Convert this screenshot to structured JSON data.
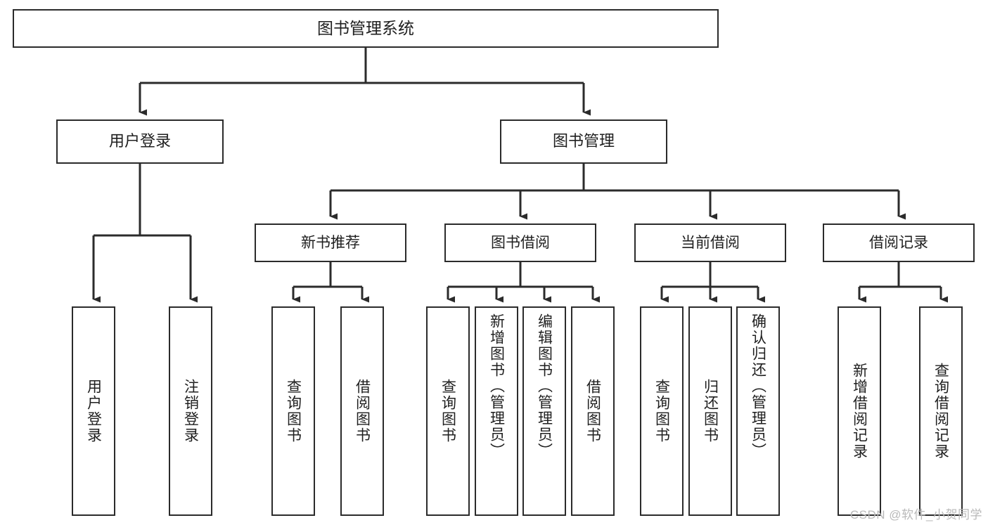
{
  "diagram": {
    "title": "图书管理系统",
    "type": "hierarchy-tree",
    "watermark": "CSDN @软件_小贺同学",
    "colors": {
      "background": "#ffffff",
      "node_border": "#2b2b2b",
      "node_fill": "#ffffff",
      "edge": "#2b2b2b",
      "text": "#1f1f1f",
      "watermark": "#b9b9b9"
    },
    "root": {
      "id": "root",
      "label": "图书管理系统"
    },
    "level1": [
      {
        "id": "user-login",
        "label": "用户登录"
      },
      {
        "id": "book-manage",
        "label": "图书管理"
      }
    ],
    "level2": [
      {
        "id": "new-book-rec",
        "label": "新书推荐",
        "parent": "book-manage"
      },
      {
        "id": "book-borrow",
        "label": "图书借阅",
        "parent": "book-manage"
      },
      {
        "id": "current-borrow",
        "label": "当前借阅",
        "parent": "book-manage"
      },
      {
        "id": "borrow-record",
        "label": "借阅记录",
        "parent": "book-manage"
      }
    ],
    "leaves": [
      {
        "id": "leaf-user-login",
        "label": "用户登录",
        "parent": "user-login"
      },
      {
        "id": "leaf-user-logout",
        "label": "注销登录",
        "parent": "user-login"
      },
      {
        "id": "leaf-rec-query-book",
        "label": "查询图书",
        "parent": "new-book-rec"
      },
      {
        "id": "leaf-rec-borrow-book",
        "label": "借阅图书",
        "parent": "new-book-rec"
      },
      {
        "id": "leaf-bb-query-book",
        "label": "查询图书",
        "parent": "book-borrow"
      },
      {
        "id": "leaf-bb-add-book",
        "label": "新增图书（管理员）",
        "parent": "book-borrow"
      },
      {
        "id": "leaf-bb-edit-book",
        "label": "编辑图书（管理员）",
        "parent": "book-borrow"
      },
      {
        "id": "leaf-bb-borrow-book",
        "label": "借阅图书",
        "parent": "book-borrow"
      },
      {
        "id": "leaf-cb-query-book",
        "label": "查询图书",
        "parent": "current-borrow"
      },
      {
        "id": "leaf-cb-return-book",
        "label": "归还图书",
        "parent": "current-borrow"
      },
      {
        "id": "leaf-cb-confirm-return",
        "label": "确认归还（管理员）",
        "parent": "current-borrow"
      },
      {
        "id": "leaf-br-add-record",
        "label": "新增借阅记录",
        "parent": "borrow-record"
      },
      {
        "id": "leaf-br-query-record",
        "label": "查询借阅记录",
        "parent": "borrow-record"
      }
    ]
  }
}
